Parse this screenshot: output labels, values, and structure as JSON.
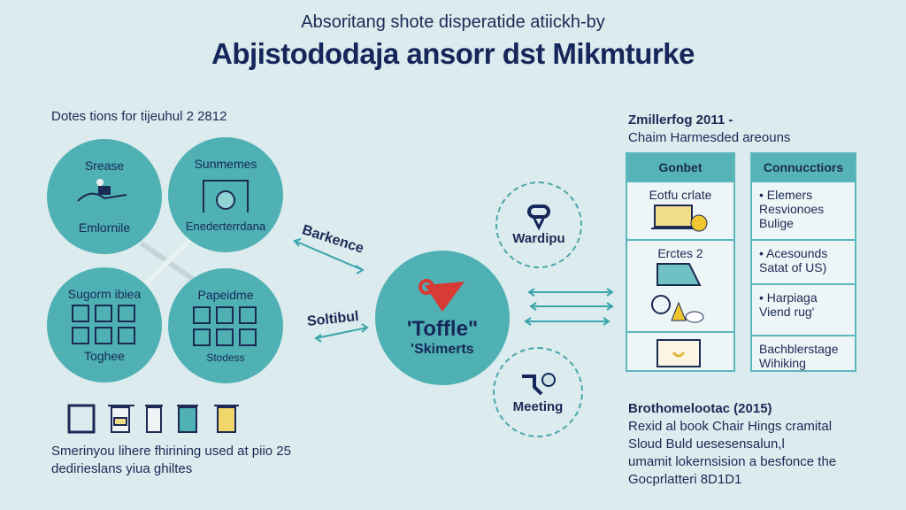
{
  "header": {
    "subtitle": "Absoritang shote disperatide atiickh-by",
    "title": "Abjistododaja ansorr dst Mikmturke"
  },
  "left_caption": "Dotes tions for tijeuhul 2 2812",
  "circles": [
    {
      "top": "Srease",
      "bottom": "Emlornile"
    },
    {
      "top": "Sunmemes",
      "bottom": "Enederterrdana"
    },
    {
      "top": "Sugorm ibiea",
      "bottom": "Toghee"
    },
    {
      "top": "Papeidme",
      "bottom": "Stodess"
    }
  ],
  "arrows": {
    "upper": "Barkence",
    "lower": "Soltibul"
  },
  "center": {
    "line1": "'Toffle\"",
    "line2": "'Skimerts"
  },
  "satellites": [
    {
      "label": "Wardipu"
    },
    {
      "label": "Meeting"
    }
  ],
  "right": {
    "heading": "Zmillerfog 2011 -",
    "subheading": "Chaim Harmesded areouns",
    "table_left": {
      "header": "Gonbet",
      "rows": [
        "Eotfu crlate",
        "Erctes 2",
        ""
      ]
    },
    "table_right": {
      "header": "Connucctiors",
      "rows": [
        "• Elemers Resvionoes Bulige",
        "• Acesounds Satat of US)",
        "• Harpiaga Viend rug'",
        "Bachblerstage Wihiking"
      ]
    }
  },
  "bottom_right": {
    "heading": "Brothomelootac (2015)",
    "lines": [
      "Rexid al book Chair Hings cramital",
      "Sloud Buld uesesensalun,l",
      "umamit lokernsision a besfonce the",
      "Gocprlatteri 8D1D1"
    ]
  },
  "bottom_left": {
    "lines": [
      "Smerinyou lihere fhirining used at piio 25",
      "dedirieslans yiua ghiltes"
    ]
  },
  "colors": {
    "teal": "#4fb1b3",
    "navy": "#14265a",
    "red": "#d83a34",
    "bg": "#dcebee"
  }
}
